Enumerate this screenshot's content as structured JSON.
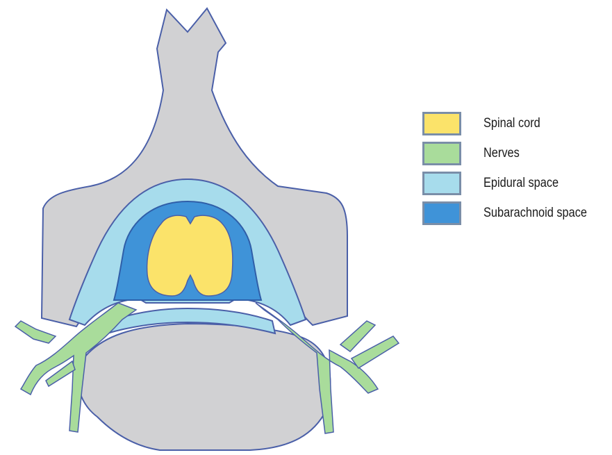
{
  "colors": {
    "bone": "#d1d1d3",
    "outline": "#4a5fa8",
    "spinal_cord": "#fbe36a",
    "nerves": "#a9dc9b",
    "epidural_space": "#a7dcec",
    "subarachnoid_space": "#3f93d8"
  },
  "legend": [
    {
      "label": "Spinal cord",
      "color": "#fbe36a",
      "swatch_icon": "spinal-cord-swatch-icon"
    },
    {
      "label": "Nerves",
      "color": "#a9dc9b",
      "swatch_icon": "nerves-swatch-icon"
    },
    {
      "label": "Epidural space",
      "color": "#a7dcec",
      "swatch_icon": "epidural-space-swatch-icon"
    },
    {
      "label": "Subarachnoid space",
      "color": "#3f93d8",
      "swatch_icon": "subarachnoid-space-swatch-icon"
    }
  ]
}
